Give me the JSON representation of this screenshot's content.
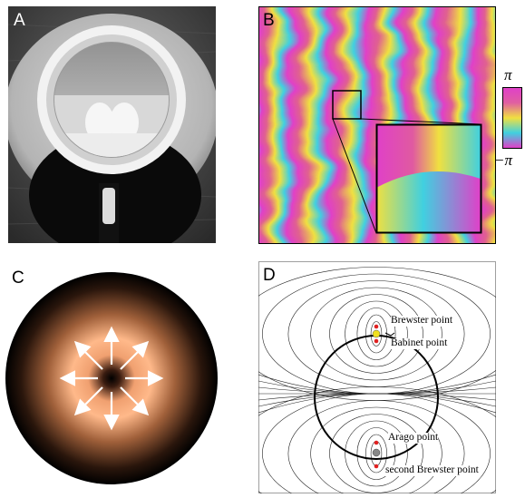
{
  "figure": {
    "panels": [
      {
        "id": "A",
        "label": "A"
      },
      {
        "id": "B",
        "label": "B"
      },
      {
        "id": "C",
        "label": "C"
      },
      {
        "id": "D",
        "label": "D"
      }
    ],
    "colorbar": {
      "top": "π",
      "bottom": "−π",
      "colors": [
        "#e040c8",
        "#e060a0",
        "#f0e040",
        "#40d0e0",
        "#e040c8"
      ]
    },
    "panel_d": {
      "annotations": [
        {
          "text": "Brewster point"
        },
        {
          "text": "Babinet point"
        },
        {
          "text": "Arago point"
        },
        {
          "text": "second Brewster point"
        }
      ],
      "marker_colors": {
        "red": "#e02020",
        "yellow": "#f0e020",
        "gray": "#888888"
      }
    },
    "panel_c": {
      "arrow_color": "#ffffff",
      "glow_color": "#ffb07a"
    }
  }
}
